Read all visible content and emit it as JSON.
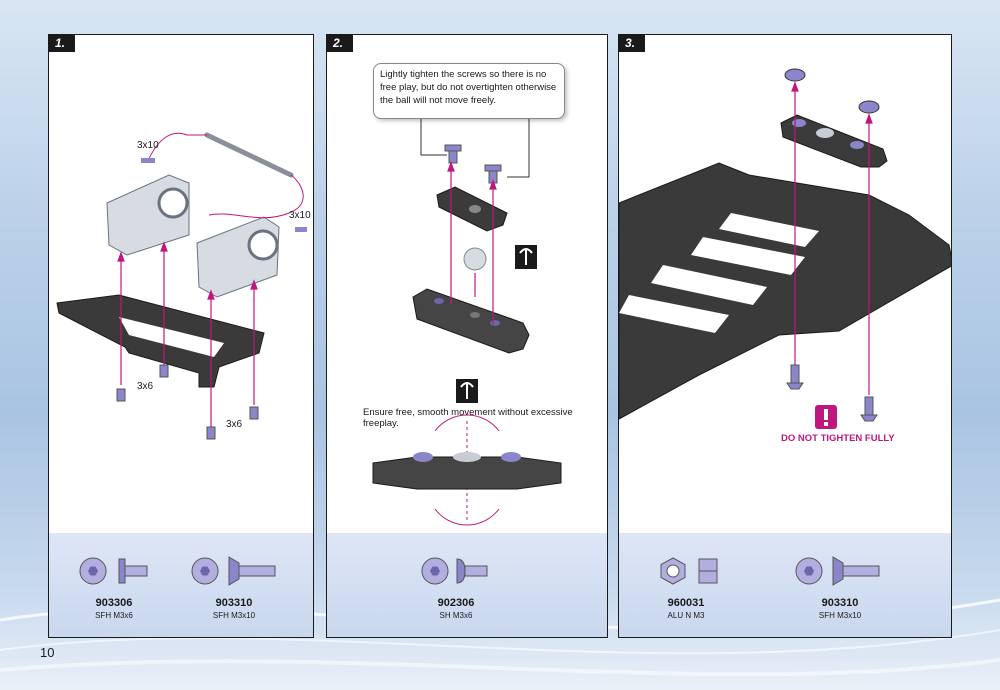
{
  "page_number": "10",
  "steps": [
    {
      "badge": "1.",
      "labels": {
        "a": "3x10",
        "b": "3x10",
        "c": "3x6",
        "d": "3x6"
      },
      "parts": [
        {
          "code": "903306",
          "name": "SFH M3x6"
        },
        {
          "code": "903310",
          "name": "SFH M3x10"
        }
      ]
    },
    {
      "badge": "2.",
      "note": "Lightly tighten the screws so there is no free play, but do not overtighten otherwise the ball will not move freely.",
      "caption": "Ensure free, smooth movement without excessive freeplay.",
      "parts": [
        {
          "code": "902306",
          "name": "SH M3x6"
        }
      ]
    },
    {
      "badge": "3.",
      "warning": "DO NOT TIGHTEN FULLY",
      "parts": [
        {
          "code": "960031",
          "name": "ALU N M3"
        },
        {
          "code": "903310",
          "name": "SFH M3x10"
        }
      ]
    }
  ],
  "colors": {
    "accent": "#c0177e",
    "panel_border": "#1a1a1a",
    "parts_bg": "#c9d7ee"
  }
}
